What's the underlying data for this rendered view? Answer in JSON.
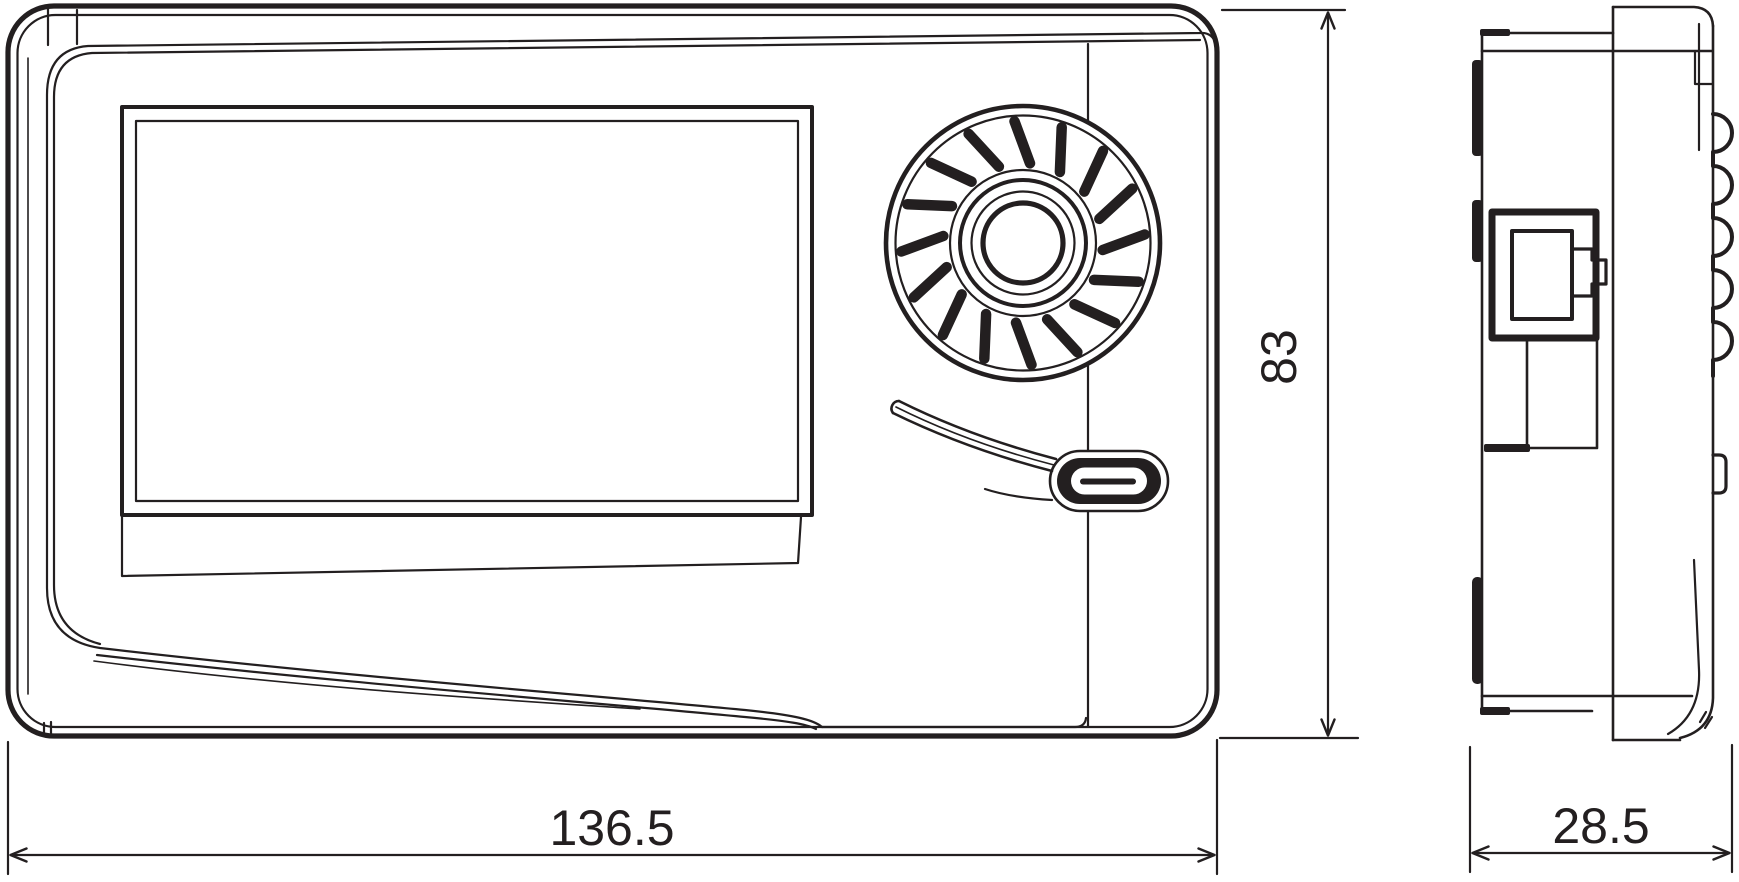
{
  "drawing": {
    "dimension_labels": {
      "front_width": "136.5",
      "front_height": "83",
      "side_depth": "28.5"
    },
    "colors": {
      "line": "#231f20",
      "background": "#ffffff"
    }
  }
}
